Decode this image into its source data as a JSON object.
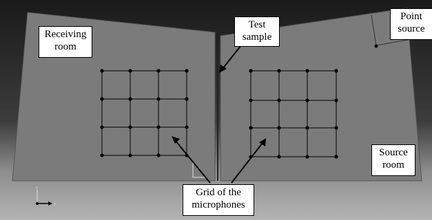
{
  "labels": {
    "receiving_room": "Receiving\nroom",
    "test_sample": "Test\nsample",
    "point_source": "Point\nsource",
    "source_room": "Source\nroom",
    "grid": "Grid of the\nmicrophones"
  },
  "colors": {
    "panel": "#7b7b7b",
    "floor": "#9a9a9a",
    "sky_top": "#151515",
    "sky_bottom": "#aaaaaa",
    "grid_line": "#000000",
    "point": "#000000"
  },
  "grids": {
    "rows": 4,
    "columns": 4
  },
  "axis_triad_icon": "xyz-axes-icon"
}
